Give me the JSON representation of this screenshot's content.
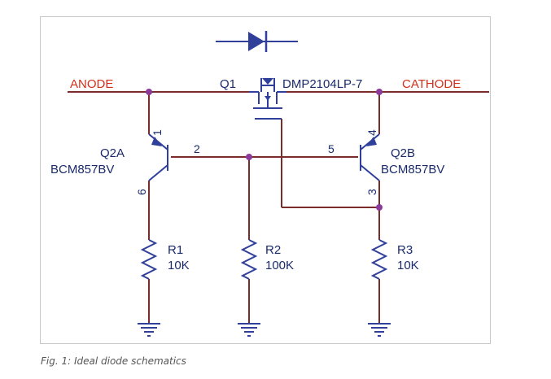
{
  "colors": {
    "wire": "#7a2c2c",
    "symbol": "#2f3f9a",
    "net_label": "#d0301c",
    "text": "#1a2a6a",
    "junction": "#8b3a9b"
  },
  "nets": {
    "anode": "ANODE",
    "cathode": "CATHODE"
  },
  "q1": {
    "ref": "Q1",
    "part": "DMP2104LP-7"
  },
  "q2a": {
    "ref": "Q2A",
    "part": "BCM857BV",
    "pin_emitter": "1",
    "pin_base": "2",
    "pin_collector": "6"
  },
  "q2b": {
    "ref": "Q2B",
    "part": "BCM857BV",
    "pin_emitter": "4",
    "pin_base": "5",
    "pin_collector": "3"
  },
  "r1": {
    "ref": "R1",
    "value": "10K"
  },
  "r2": {
    "ref": "R2",
    "value": "100K"
  },
  "r3": {
    "ref": "R3",
    "value": "10K"
  },
  "caption": "Fig. 1: Ideal diode schematics"
}
